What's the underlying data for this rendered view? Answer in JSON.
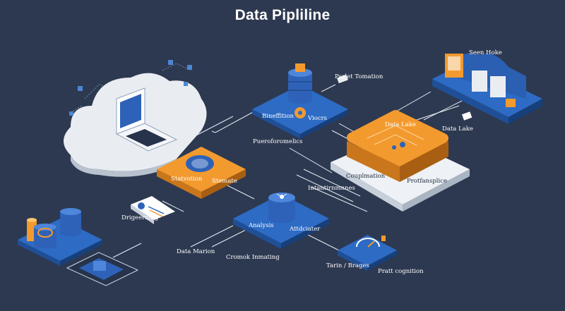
{
  "title": "Data Pipliline",
  "labels": {
    "parlet_tomation": "Parlet Tomation",
    "seen_hoke": "Seen Hoke",
    "data_lake_side": "Data Lake",
    "bineffition": "Bineffition",
    "viocrs": "Viocrs",
    "data_lake_tile": "Data Lake",
    "pueroforomelics": "Pueroforomelics",
    "station": "Statvotion",
    "stemate": "Stemate",
    "couplmation": "Couplmation",
    "protransplice": "Protfansplice",
    "intantirnmnnes": "Intantirnmnnes",
    "drigeerning": "Drigeerning",
    "analysis": "Analysis",
    "attdciater": "Attdciater",
    "data_marion": "Data Marion",
    "cromok_inmating": "Cromok Inmating",
    "tarin_brages": "Tarin / Brages",
    "pratt_cognition": "Pratt cognition"
  },
  "colors": {
    "background": "#2d3950",
    "tile_blue": "#2d6bc4",
    "tile_orange": "#f39a2f",
    "cloud": "#e9edf2",
    "slab_white": "#eef1f5"
  },
  "icons": [
    "cloud-icon",
    "laptop-icon",
    "database-icon",
    "gear-icon",
    "server-icon",
    "tablet-icon",
    "gauge-icon",
    "chip-icon",
    "coin-stack-icon"
  ]
}
